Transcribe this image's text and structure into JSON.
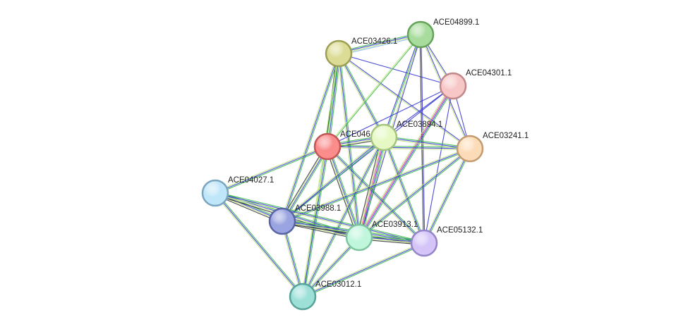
{
  "nodes": [
    {
      "id": "ACE04899",
      "label": "ACE04899.1",
      "color": "#a8dc9c",
      "stroke": "#66a25b"
    },
    {
      "id": "ACE03426",
      "label": "ACE03426.1",
      "color": "#dcdc96",
      "stroke": "#9e9e55"
    },
    {
      "id": "ACE04301",
      "label": "ACE04301.1",
      "color": "#f7c6c6",
      "stroke": "#c08888"
    },
    {
      "id": "ACE046",
      "label": "ACE046",
      "color": "#fa8c8c",
      "stroke": "#c25555"
    },
    {
      "id": "ACE03894",
      "label": "ACE03894.1",
      "color": "#e6f9c4",
      "stroke": "#a5c47d"
    },
    {
      "id": "ACE03241",
      "label": "ACE03241.1",
      "color": "#fcdcb8",
      "stroke": "#c49a70"
    },
    {
      "id": "ACE04027",
      "label": "ACE04027.1",
      "color": "#c0e6fa",
      "stroke": "#7aa5c0"
    },
    {
      "id": "ACE03988",
      "label": "ACE03988.1",
      "color": "#9aa4e0",
      "stroke": "#5a64a5"
    },
    {
      "id": "ACE03913",
      "label": "ACE03913.1",
      "color": "#c0f6dc",
      "stroke": "#7ec4a0"
    },
    {
      "id": "ACE05132",
      "label": "ACE05132.1",
      "color": "#d4c4f8",
      "stroke": "#9484c8"
    },
    {
      "id": "ACE03012",
      "label": "ACE03012.1",
      "color": "#9ce0d8",
      "stroke": "#56a39a"
    }
  ],
  "edges": [
    {
      "s": "ACE03426",
      "t": "ACE04899",
      "c": [
        "#3bb94a",
        "#3a3ad6",
        "#bfe37e",
        "#7fb6e6"
      ]
    },
    {
      "s": "ACE03426",
      "t": "ACE046",
      "c": [
        "#3bb94a",
        "#3a3ad6",
        "#bfe37e",
        "#333333"
      ]
    },
    {
      "s": "ACE03426",
      "t": "ACE03894",
      "c": [
        "#3bb94a",
        "#3a3ad6",
        "#bfe37e"
      ]
    },
    {
      "s": "ACE03426",
      "t": "ACE04301",
      "c": [
        "#3a3ad6"
      ]
    },
    {
      "s": "ACE03426",
      "t": "ACE03241",
      "c": [
        "#3a3ad6",
        "#bfe37e"
      ]
    },
    {
      "s": "ACE03426",
      "t": "ACE03988",
      "c": [
        "#3bb94a",
        "#3a3ad6",
        "#bfe37e"
      ]
    },
    {
      "s": "ACE03426",
      "t": "ACE03913",
      "c": [
        "#3bb94a",
        "#3a3ad6",
        "#bfe37e"
      ]
    },
    {
      "s": "ACE03426",
      "t": "ACE03012",
      "c": [
        "#3bb94a",
        "#bfe37e"
      ]
    },
    {
      "s": "ACE04899",
      "t": "ACE04301",
      "c": [
        "#3a3ad6",
        "#bfe37e"
      ]
    },
    {
      "s": "ACE04899",
      "t": "ACE046",
      "c": [
        "#3bb94a",
        "#bfe37e"
      ]
    },
    {
      "s": "ACE04899",
      "t": "ACE03894",
      "c": [
        "#3bb94a",
        "#3a3ad6"
      ]
    },
    {
      "s": "ACE04899",
      "t": "ACE03241",
      "c": [
        "#3a3ad6",
        "#bfe37e"
      ]
    },
    {
      "s": "ACE04899",
      "t": "ACE03913",
      "c": [
        "#3a3ad6",
        "#bfe37e"
      ]
    },
    {
      "s": "ACE04899",
      "t": "ACE05132",
      "c": [
        "#3a3ad6",
        "#333333"
      ]
    },
    {
      "s": "ACE04301",
      "t": "ACE046",
      "c": [
        "#3a3ad6"
      ]
    },
    {
      "s": "ACE04301",
      "t": "ACE03894",
      "c": [
        "#3a3ad6"
      ]
    },
    {
      "s": "ACE04301",
      "t": "ACE03241",
      "c": [
        "#3a3ad6"
      ]
    },
    {
      "s": "ACE04301",
      "t": "ACE03913",
      "c": [
        "#3bb94a",
        "#3a3ad6",
        "#e03c8c",
        "#bfe37e"
      ]
    },
    {
      "s": "ACE04301",
      "t": "ACE05132",
      "c": [
        "#3a3ad6"
      ]
    },
    {
      "s": "ACE04301",
      "t": "ACE03988",
      "c": [
        "#3a3ad6"
      ]
    },
    {
      "s": "ACE046",
      "t": "ACE03894",
      "c": [
        "#3bb94a",
        "#3a3ad6",
        "#bfe37e",
        "#333333"
      ]
    },
    {
      "s": "ACE046",
      "t": "ACE03241",
      "c": [
        "#3bb94a",
        "#3a3ad6",
        "#bfe37e"
      ]
    },
    {
      "s": "ACE046",
      "t": "ACE04027",
      "c": [
        "#3bb94a",
        "#3a3ad6",
        "#bfe37e"
      ]
    },
    {
      "s": "ACE046",
      "t": "ACE03988",
      "c": [
        "#3bb94a",
        "#3a3ad6",
        "#bfe37e",
        "#333333"
      ]
    },
    {
      "s": "ACE046",
      "t": "ACE03913",
      "c": [
        "#3bb94a",
        "#3a3ad6",
        "#bfe37e",
        "#333333"
      ]
    },
    {
      "s": "ACE046",
      "t": "ACE05132",
      "c": [
        "#3bb94a",
        "#3a3ad6",
        "#bfe37e"
      ]
    },
    {
      "s": "ACE046",
      "t": "ACE03012",
      "c": [
        "#3bb94a",
        "#3a3ad6",
        "#bfe37e"
      ]
    },
    {
      "s": "ACE03894",
      "t": "ACE03241",
      "c": [
        "#3bb94a",
        "#3a3ad6",
        "#bfe37e"
      ]
    },
    {
      "s": "ACE03894",
      "t": "ACE03988",
      "c": [
        "#3bb94a",
        "#3a3ad6",
        "#bfe37e"
      ]
    },
    {
      "s": "ACE03894",
      "t": "ACE03913",
      "c": [
        "#3bb94a",
        "#3a3ad6",
        "#e03c8c",
        "#bfe37e",
        "#333333"
      ]
    },
    {
      "s": "ACE03894",
      "t": "ACE05132",
      "c": [
        "#3bb94a",
        "#3a3ad6",
        "#bfe37e"
      ]
    },
    {
      "s": "ACE03894",
      "t": "ACE03012",
      "c": [
        "#3bb94a",
        "#3a3ad6",
        "#bfe37e"
      ]
    },
    {
      "s": "ACE03241",
      "t": "ACE03988",
      "c": [
        "#3bb94a",
        "#3a3ad6",
        "#bfe37e"
      ]
    },
    {
      "s": "ACE03241",
      "t": "ACE03913",
      "c": [
        "#3bb94a",
        "#3a3ad6",
        "#bfe37e"
      ]
    },
    {
      "s": "ACE03241",
      "t": "ACE05132",
      "c": [
        "#3bb94a",
        "#3a3ad6",
        "#bfe37e"
      ]
    },
    {
      "s": "ACE04027",
      "t": "ACE03988",
      "c": [
        "#3bb94a",
        "#3a3ad6",
        "#bfe37e",
        "#333333"
      ]
    },
    {
      "s": "ACE04027",
      "t": "ACE03913",
      "c": [
        "#3bb94a",
        "#3a3ad6",
        "#bfe37e",
        "#333333"
      ]
    },
    {
      "s": "ACE04027",
      "t": "ACE05132",
      "c": [
        "#3bb94a",
        "#3a3ad6",
        "#bfe37e"
      ]
    },
    {
      "s": "ACE04027",
      "t": "ACE03012",
      "c": [
        "#3bb94a",
        "#3a3ad6",
        "#bfe37e"
      ]
    },
    {
      "s": "ACE03988",
      "t": "ACE03913",
      "c": [
        "#3bb94a",
        "#3a3ad6",
        "#bfe37e",
        "#333333"
      ]
    },
    {
      "s": "ACE03988",
      "t": "ACE05132",
      "c": [
        "#3bb94a",
        "#3a3ad6",
        "#bfe37e",
        "#333333"
      ]
    },
    {
      "s": "ACE03988",
      "t": "ACE03012",
      "c": [
        "#3bb94a",
        "#3a3ad6",
        "#bfe37e"
      ]
    },
    {
      "s": "ACE03913",
      "t": "ACE05132",
      "c": [
        "#3bb94a",
        "#3a3ad6",
        "#bfe37e",
        "#333333"
      ]
    },
    {
      "s": "ACE03913",
      "t": "ACE03012",
      "c": [
        "#3bb94a",
        "#3a3ad6",
        "#bfe37e"
      ]
    },
    {
      "s": "ACE05132",
      "t": "ACE03012",
      "c": [
        "#3bb94a",
        "#3a3ad6",
        "#bfe37e"
      ]
    }
  ]
}
